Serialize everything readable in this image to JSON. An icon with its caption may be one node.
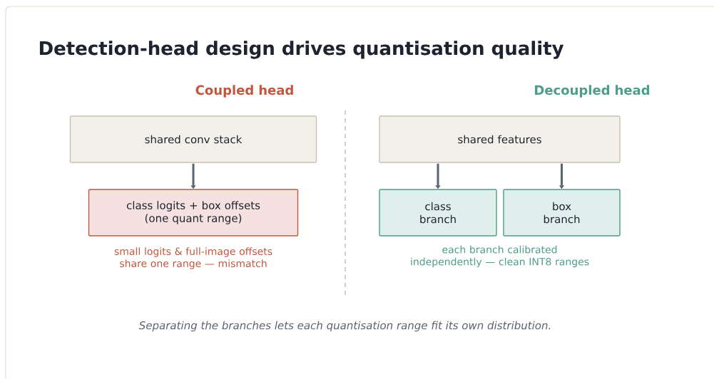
{
  "diagram": {
    "title": "Detection-head design drives quantisation quality",
    "nodes": [
      {
        "text": [
          "shared conv stack"
        ]
      },
      {
        "text": [
          "class logits + box offsets (one quant range)"
        ],
        "beside": [
          "small logits & full-image offsets share one range — mismatch"
        ]
      },
      {
        "text": [
          "shared features"
        ]
      },
      {
        "text": [
          "class branch"
        ]
      },
      {
        "text": [
          "box branch"
        ]
      }
    ],
    "edges": [
      {
        "from": 0,
        "to": 1,
        "arrow": "to"
      },
      {
        "from": 2,
        "to": 3,
        "arrow": "to"
      },
      {
        "from": 2,
        "to": 4,
        "arrow": "to"
      }
    ],
    "labels": [
      "Coupled head",
      "Decoupled head",
      "each branch calibrated independently — clean INT8 ranges"
    ],
    "caption": "Separating the branches lets each quantisation range fit its own distribution."
  }
}
